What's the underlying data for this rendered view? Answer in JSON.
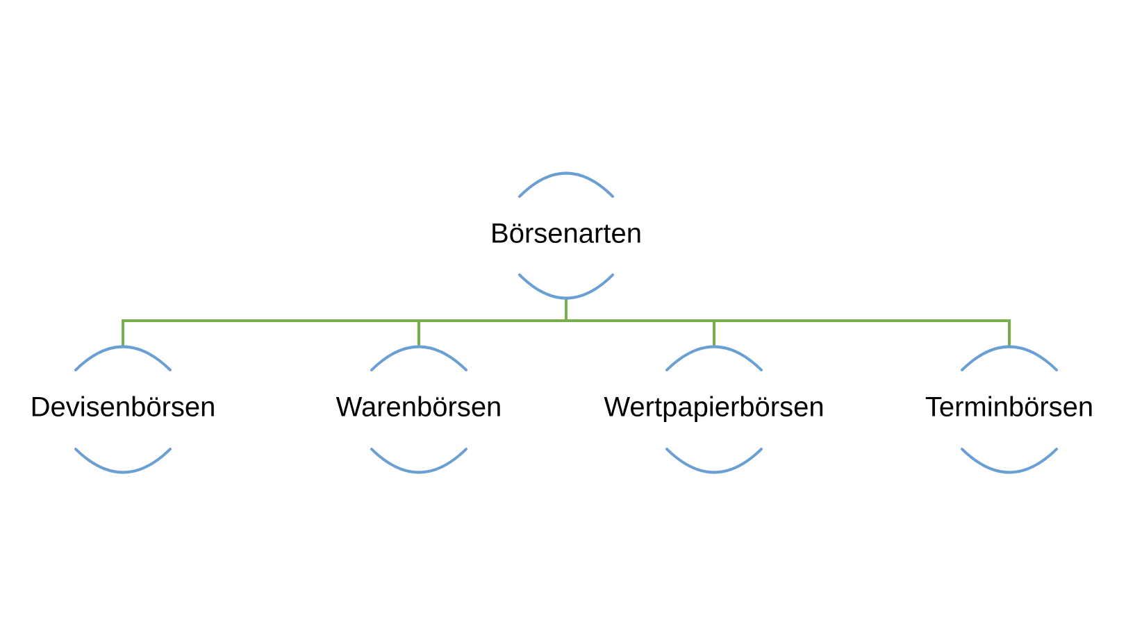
{
  "diagram": {
    "root": {
      "label": "Börsenarten"
    },
    "children": [
      {
        "label": "Devisenbörsen"
      },
      {
        "label": "Warenbörsen"
      },
      {
        "label": "Wertpapierbörsen"
      },
      {
        "label": "Terminbörsen"
      }
    ]
  },
  "colors": {
    "background": "#ffffff",
    "arc": "#6a9fd4",
    "connector": "#77b04a",
    "text": "#000000"
  }
}
